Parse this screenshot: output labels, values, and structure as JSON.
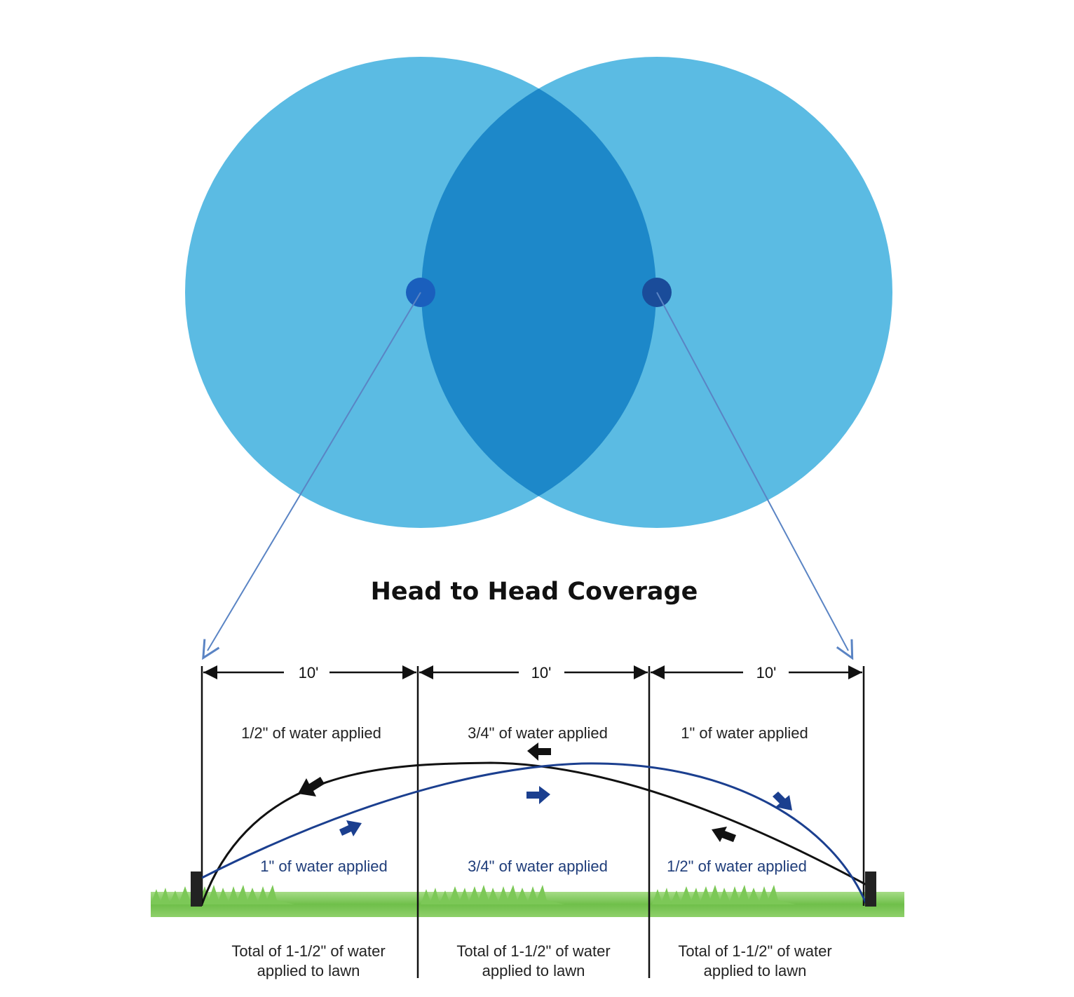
{
  "title": "Head to Head Coverage",
  "colors": {
    "circle": "#5bbbe3",
    "overlap": "#1d88c9",
    "head_dot": "#1a5fbd",
    "pointer": "#5a84c4",
    "black_arc": "#111111",
    "blue_arc": "#1b3f8f",
    "grass": "#6fbf4a"
  },
  "spacing_labels": [
    "10'",
    "10'",
    "10'"
  ],
  "upper_labels": [
    "1/2\" of water applied",
    "3/4\" of water applied",
    "1\" of water applied"
  ],
  "lower_labels": [
    "1\" of water applied",
    "3/4\" of water applied",
    "1/2\" of water applied"
  ],
  "totals": [
    {
      "line1": "Total of 1-1/2\" of water",
      "line2": "applied to lawn"
    },
    {
      "line1": "Total of 1-1/2\" of water",
      "line2": "applied to lawn"
    },
    {
      "line1": "Total of 1-1/2\" of water",
      "line2": "applied to lawn"
    }
  ],
  "icons": {
    "left_head": "sprinkler-head-icon",
    "right_head": "sprinkler-head-icon",
    "direction_arrows": "direction-arrow-icon"
  }
}
